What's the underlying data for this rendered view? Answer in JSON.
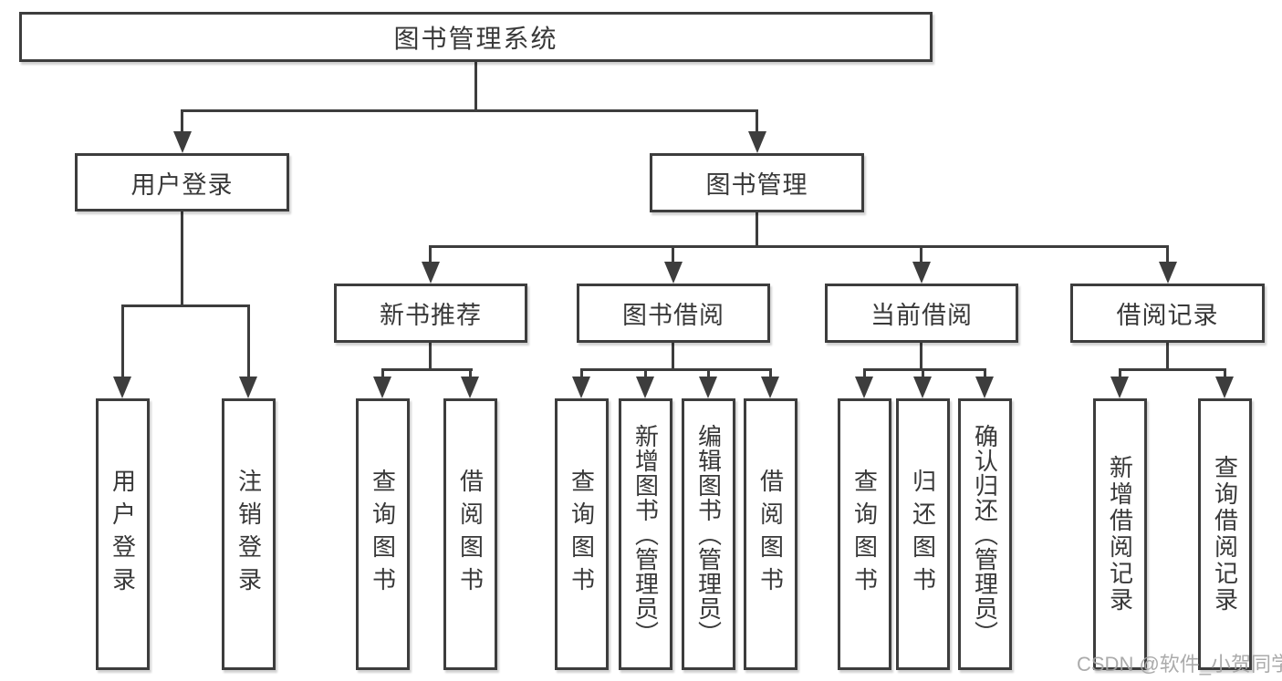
{
  "diagram": {
    "root": {
      "label": "图书管理系统"
    },
    "level2": [
      {
        "label": "用户登录"
      },
      {
        "label": "图书管理"
      }
    ],
    "level3": [
      {
        "label": "新书推荐"
      },
      {
        "label": "图书借阅"
      },
      {
        "label": "当前借阅"
      },
      {
        "label": "借阅记录"
      }
    ],
    "leaves": {
      "user_login": [
        "用户登录",
        "注销登录"
      ],
      "new_book_recommend": [
        "查询图书",
        "借阅图书"
      ],
      "book_borrowing": [
        "查询图书",
        "新增图书（管理员）",
        "编辑图书（管理员）",
        "借阅图书"
      ],
      "current_borrowing": [
        "查询图书",
        "归还图书",
        "确认归还（管理员）"
      ],
      "borrowing_records": [
        "新增借阅记录",
        "查询借阅记录"
      ]
    }
  },
  "watermark": {
    "text": "CSDN @软件_小贺同学",
    "color": "#a3a3a3"
  },
  "colors": {
    "line": "#3d3d3d",
    "text": "#383838",
    "background": "#ffffff"
  }
}
